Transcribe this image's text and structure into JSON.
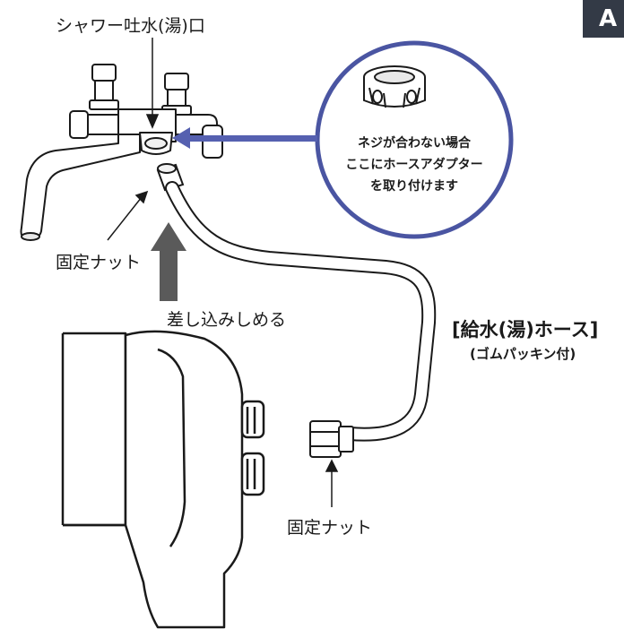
{
  "labels": {
    "shower_outlet": "シャワー吐水(湯)口",
    "fixing_nut_top": "固定ナット",
    "push_tighten": "差し込みしめる",
    "hose_title": "[給水(湯)ホース]",
    "hose_sub": "(ゴムパッキン付)",
    "fixing_nut_bottom": "固定ナット"
  },
  "callout": {
    "line1": "ネジが合わない場合",
    "line2": "ここにホースアダプター",
    "line3": "を取り付けます"
  },
  "corner_tab": {
    "text": "A"
  },
  "colors": {
    "callout_border": "#4a55a2",
    "callout_arrow": "#5560b0",
    "line": "#1a1a1a",
    "big_arrow": "#5a5a5a",
    "tab_bg": "#333a46"
  }
}
